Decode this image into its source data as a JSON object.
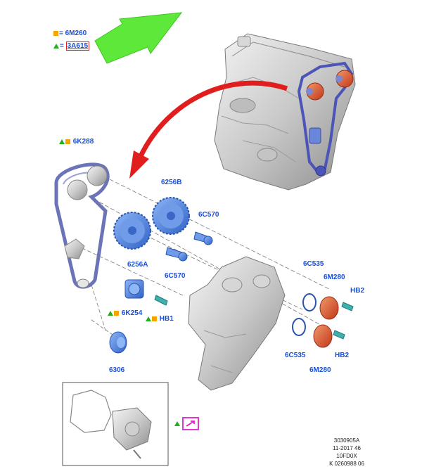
{
  "legend": [
    {
      "symbol": "square",
      "text": "6M260"
    },
    {
      "symbol": "triangle",
      "text": "3A615"
    }
  ],
  "labels": {
    "l6K288": "6K288",
    "l6256B": "6256B",
    "l6C570a": "6C570",
    "l6256A": "6256A",
    "l6C570b": "6C570",
    "l6K254": "6K254",
    "lHB1": "HB1",
    "l6306": "6306",
    "l6C535a": "6C535",
    "l6M280a": "6M280",
    "lHB2a": "HB2",
    "lHB2b": "HB2",
    "l6C535b": "6C535",
    "l6M280b": "6M280"
  },
  "reference": [
    "3030905A",
    "11-2017 46",
    "10FD0X",
    "K 0260988 06"
  ],
  "colors": {
    "accent": "#1a4fd8",
    "legend_square": "#f5a400",
    "legend_triangle": "#22b01c",
    "arrow_red": "#e01e1e",
    "arrow_green": "#5ee83a",
    "callout_magenta": "#e020c8"
  }
}
